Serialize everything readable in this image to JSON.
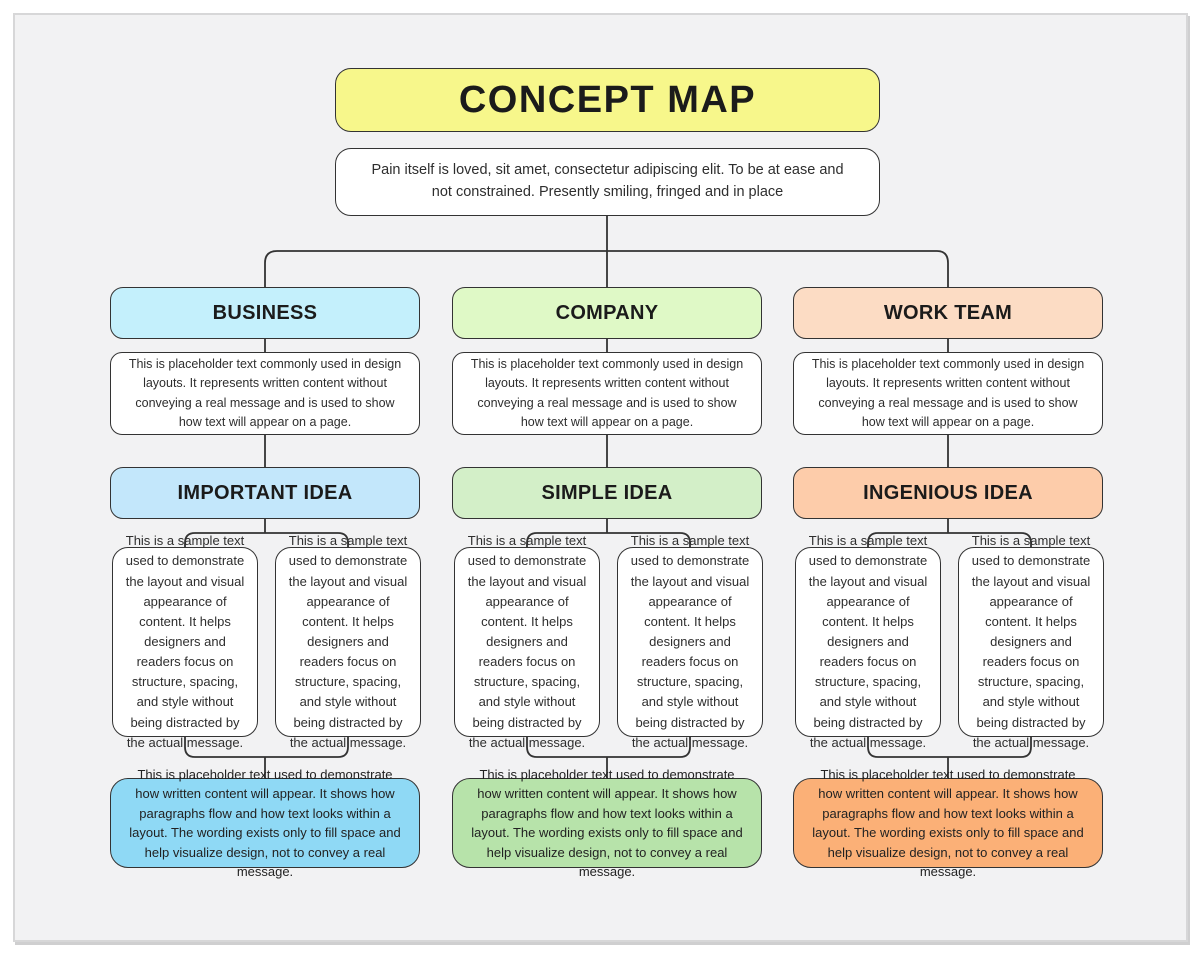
{
  "title": "CONCEPT MAP",
  "subtitle": "Pain itself is loved, sit amet, consectetur adipiscing elit. To be at ease and not constrained. Presently smiling, fringed and in place",
  "colors": {
    "canvas_bg": "#f2f2f3",
    "frame_border": "#d7d7d8",
    "connector_line": "#333333",
    "node_border": "#333333",
    "title_bg": "#f7f78b"
  },
  "columns": [
    {
      "header": "BUSINESS",
      "header_bg": "#c4f0fc",
      "description": "This is placeholder text commonly used in design layouts. It represents written content without conveying a real message and is used to show how text will appear on a page.",
      "idea": "IMPORTANT IDEA",
      "idea_bg": "#c3e7fb",
      "samples": [
        "This is a sample text used to demonstrate the layout and visual appearance of content. It helps designers and readers focus on structure, spacing, and style without being distracted by the actual message.",
        "This is a sample text used to demonstrate the layout and visual appearance of content. It helps designers and readers focus on structure, spacing, and style without being distracted by the actual message."
      ],
      "footer": "This is placeholder text used to demonstrate how written content will appear. It shows how paragraphs flow and how text looks within a layout. The wording exists only to fill space and help visualize design, not to convey a real message.",
      "footer_bg": "#8fd9f5"
    },
    {
      "header": "COMPANY",
      "header_bg": "#dff9c6",
      "description": "This is placeholder text commonly used in design layouts. It represents written content without conveying a real message and is used to show how text will appear on a page.",
      "idea": "SIMPLE IDEA",
      "idea_bg": "#d3efc8",
      "samples": [
        "This is a sample text used to demonstrate the layout and visual appearance of content. It helps designers and readers focus on structure, spacing, and style without being distracted by the actual message.",
        "This is a sample text used to demonstrate the layout and visual appearance of content. It helps designers and readers focus on structure, spacing, and style without being distracted by the actual message."
      ],
      "footer": "This is placeholder text used to demonstrate how written content will appear. It shows how paragraphs flow and how text looks within a layout. The wording exists only to fill space and help visualize design, not to convey a real message.",
      "footer_bg": "#b7e3aa"
    },
    {
      "header": "WORK TEAM",
      "header_bg": "#fcdcc4",
      "description": "This is placeholder text commonly used in design layouts. It represents written content without conveying a real message and is used to show how text will appear on a page.",
      "idea": "INGENIOUS IDEA",
      "idea_bg": "#fdccaa",
      "samples": [
        "This is a sample text used to demonstrate the layout and visual appearance of content. It helps designers and readers focus on structure, spacing, and style without being distracted by the actual message.",
        "This is a sample text used to demonstrate the layout and visual appearance of content. It helps designers and readers focus on structure, spacing, and style without being distracted by the actual message."
      ],
      "footer": "This is placeholder text used to demonstrate how written content will appear. It shows how paragraphs flow and how text looks within a layout. The wording exists only to fill space and help visualize design, not to convey a real message.",
      "footer_bg": "#fbb077"
    }
  ]
}
